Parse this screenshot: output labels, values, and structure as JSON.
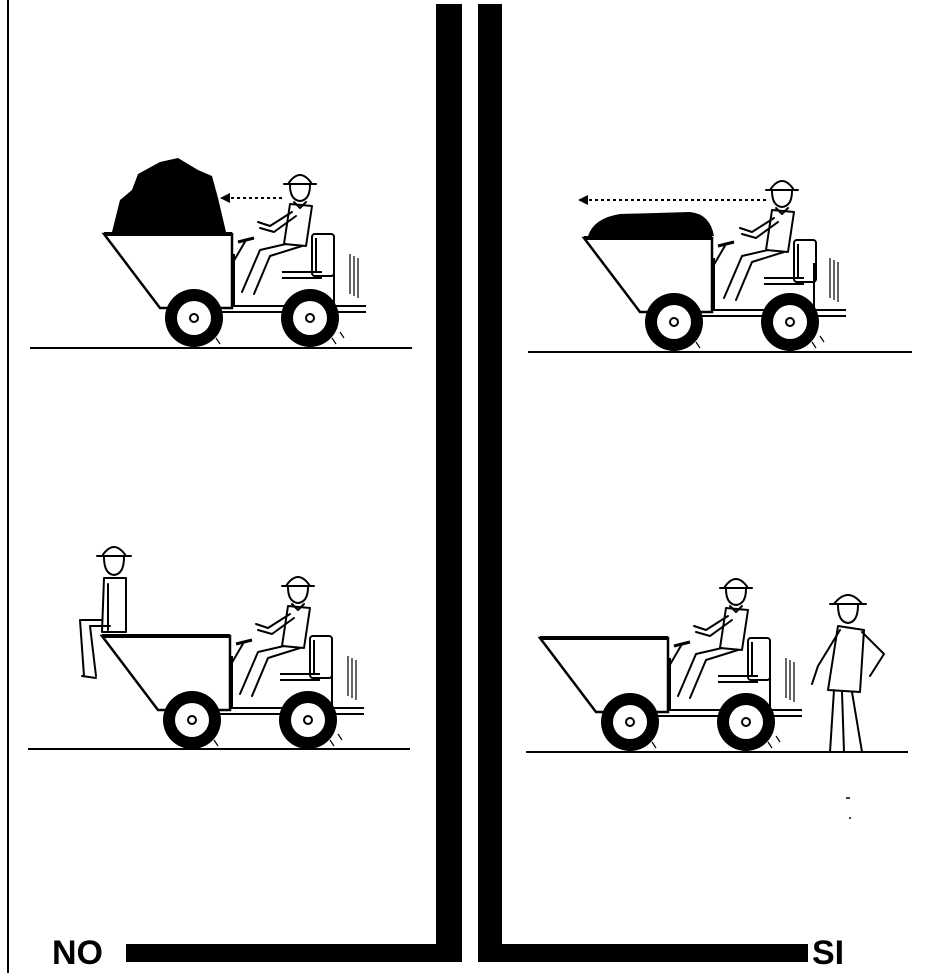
{
  "labels": {
    "wrong": "NO",
    "right": "SI"
  },
  "panels": [
    {
      "side": "NO",
      "scene": "dumper-heaped-load-blocks-view"
    },
    {
      "side": "NO",
      "scene": "dumper-carrying-passenger-in-skip"
    },
    {
      "side": "SI",
      "scene": "dumper-level-load-clear-view"
    },
    {
      "side": "SI",
      "scene": "dumper-without-passenger-person-walking"
    }
  ],
  "colors": {
    "ink": "#000000",
    "paper": "#ffffff"
  }
}
